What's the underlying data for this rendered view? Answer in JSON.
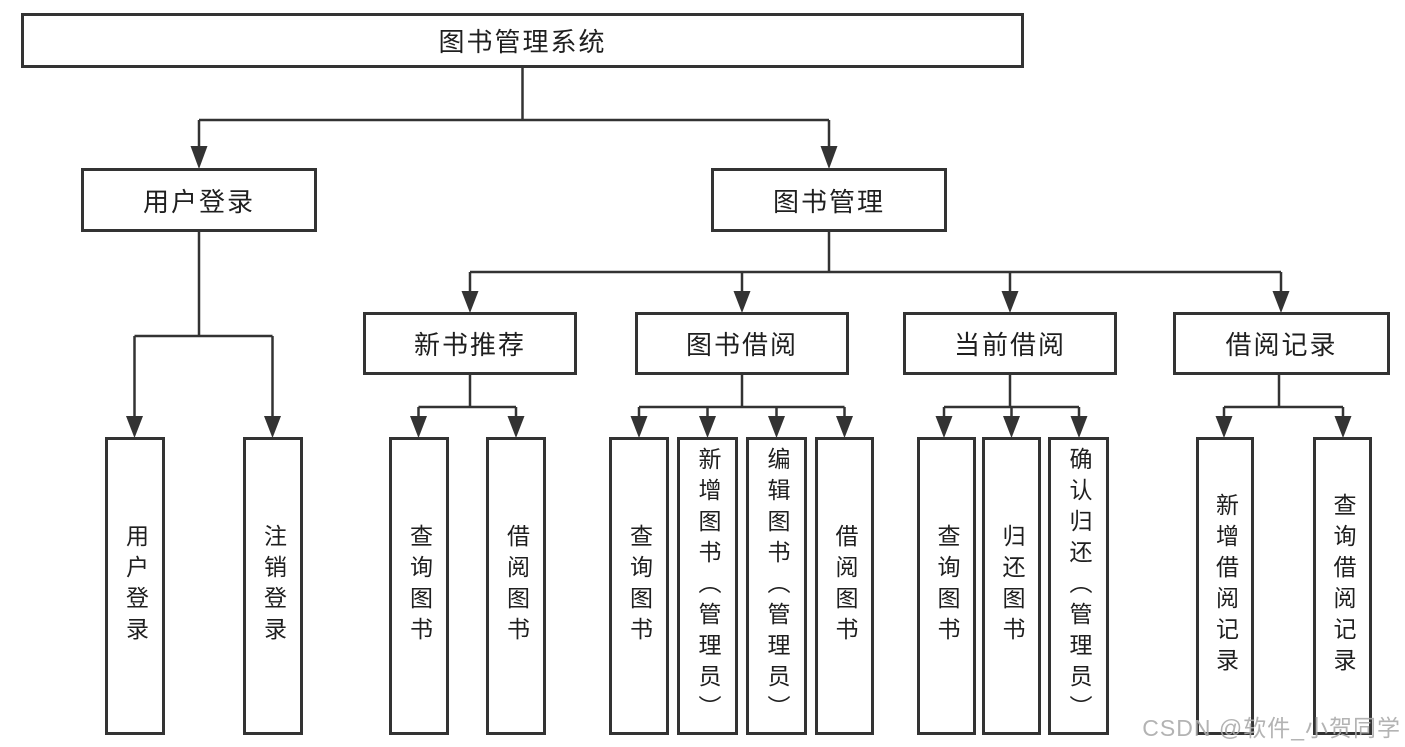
{
  "diagram": {
    "root": {
      "label": "图书管理系统"
    },
    "level2": [
      {
        "label": "用户登录"
      },
      {
        "label": "图书管理"
      }
    ],
    "level3": [
      {
        "label": "新书推荐"
      },
      {
        "label": "图书借阅"
      },
      {
        "label": "当前借阅"
      },
      {
        "label": "借阅记录"
      }
    ],
    "leaves": {
      "user_login": [
        "用户登录",
        "注销登录"
      ],
      "new_book_recommend": [
        "查询图书",
        "借阅图书"
      ],
      "book_borrow": [
        "查询图书",
        "新增图书（管理员）",
        "编辑图书（管理员）",
        "借阅图书"
      ],
      "current_borrow": [
        "查询图书",
        "归还图书",
        "确认归还（管理员）"
      ],
      "borrow_record": [
        "新增借阅记录",
        "查询借阅记录"
      ]
    },
    "watermark": "CSDN @软件_小贺同学",
    "colors": {
      "line": "#333333",
      "border": "#333333",
      "background": "#ffffff",
      "text": "#1f1f1f",
      "watermark": "#ababab"
    }
  }
}
